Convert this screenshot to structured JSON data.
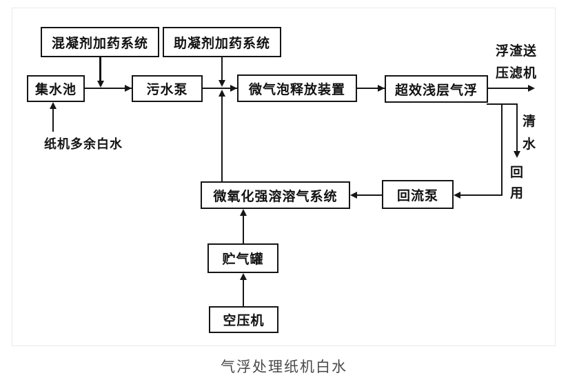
{
  "diagram": {
    "nodes": {
      "coagulant_dosing": "混凝剂加药系统",
      "coagulant_aid_dosing": "助凝剂加药系统",
      "collection_tank": "集水池",
      "sewage_pump": "污水泵",
      "bubble_release": "微气泡释放装置",
      "shallow_daf": "超效浅层气浮",
      "oxidation_dissolved_air": "微氧化强溶溶气系统",
      "reflux_pump": "回流泵",
      "air_tank": "贮气罐",
      "air_compressor": "空压机"
    },
    "labels": {
      "scum_to_press": "浮渣送\n压滤机",
      "excess_white_water": "纸机多余白水",
      "clear_water": "清\n水",
      "reuse": "回\n用"
    },
    "caption": "气浮处理纸机白水",
    "colors": {
      "line": "#161616",
      "box_border": "#141414",
      "caption_text": "#4a4a4a",
      "panel_border": "#e9e9e9"
    }
  }
}
